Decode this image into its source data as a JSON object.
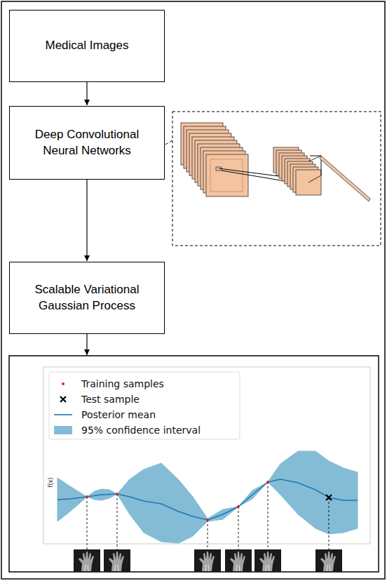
{
  "diagram": {
    "nodes": [
      {
        "text": [
          "Medical Images"
        ]
      },
      {
        "text": [
          "Deep Convolutional Neural Networks"
        ]
      },
      {
        "text": [
          "Scalable Variational Gaussian Process"
        ]
      }
    ],
    "edges": [
      {
        "from": 0,
        "to": 1,
        "arrow": "to"
      },
      {
        "from": 1,
        "to": 2,
        "arrow": "to"
      }
    ],
    "labels": [
      "f(x)"
    ],
    "legend": [
      {
        "text": "Training samples"
      },
      {
        "text": "Test sample"
      },
      {
        "text": "Posterior mean"
      },
      {
        "text": "95% confidence interval",
        "color": "#84bcd6"
      }
    ]
  }
}
